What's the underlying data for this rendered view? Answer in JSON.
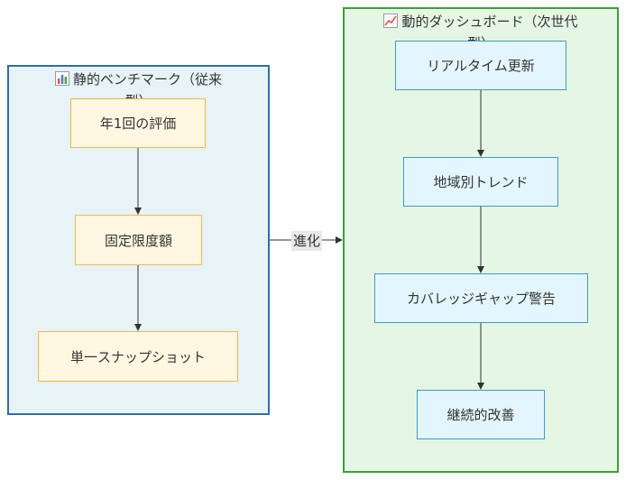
{
  "clusters": {
    "static": {
      "title": "静的ベンチマーク（従来型）",
      "icon": "bar-chart-icon",
      "nodes": [
        "年1回の評価",
        "固定限度額",
        "単一スナップショット"
      ]
    },
    "dynamic": {
      "title": "動的ダッシュボード（次世代型）",
      "icon": "trend-up-chart-icon",
      "nodes": [
        "リアルタイム更新",
        "地域別トレンド",
        "カバレッジギャップ警告",
        "継続的改善"
      ]
    }
  },
  "edge_label": "進化",
  "colors": {
    "static_fill": "#e8f3f8",
    "static_border": "#2f6ea8",
    "dynamic_fill": "#e6f6e4",
    "dynamic_border": "#3aa13a",
    "yellow_node_fill": "#fff7e2",
    "yellow_node_border": "#f2b84b",
    "blue_node_fill": "#e4f6fd",
    "blue_node_border": "#3a9bd0"
  }
}
